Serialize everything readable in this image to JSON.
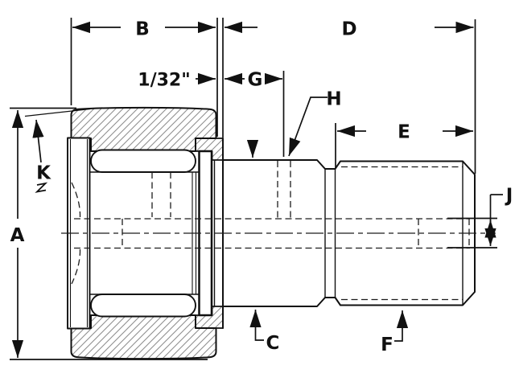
{
  "drawing": {
    "kind": "cam-follower-bearing-dimension-drawing",
    "labels": {
      "A": "A",
      "B": "B",
      "C": "C",
      "D": "D",
      "E": "E",
      "F": "F",
      "G": "G",
      "H": "H",
      "J": "J",
      "K": "K",
      "offset_1_32": "1/32\""
    },
    "colors": {
      "line": "#111111",
      "hatch": "#8f8f8f",
      "background": "#ffffff"
    }
  }
}
